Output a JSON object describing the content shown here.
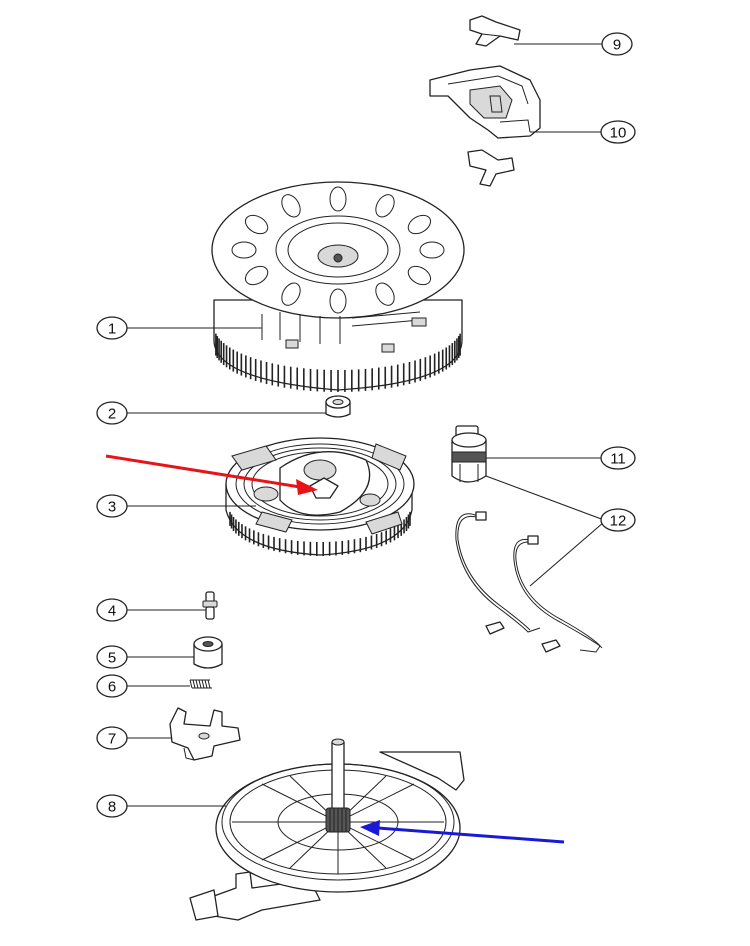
{
  "callouts": [
    {
      "label": "1"
    },
    {
      "label": "2"
    },
    {
      "label": "3"
    },
    {
      "label": "4"
    },
    {
      "label": "5"
    },
    {
      "label": "6"
    },
    {
      "label": "7"
    },
    {
      "label": "8"
    },
    {
      "label": "9"
    },
    {
      "label": "10"
    },
    {
      "label": "11"
    },
    {
      "label": "12"
    }
  ],
  "colors": {
    "red_arrow": "#e8131a",
    "blue_arrow": "#1a1ad6",
    "line": "#222222"
  }
}
